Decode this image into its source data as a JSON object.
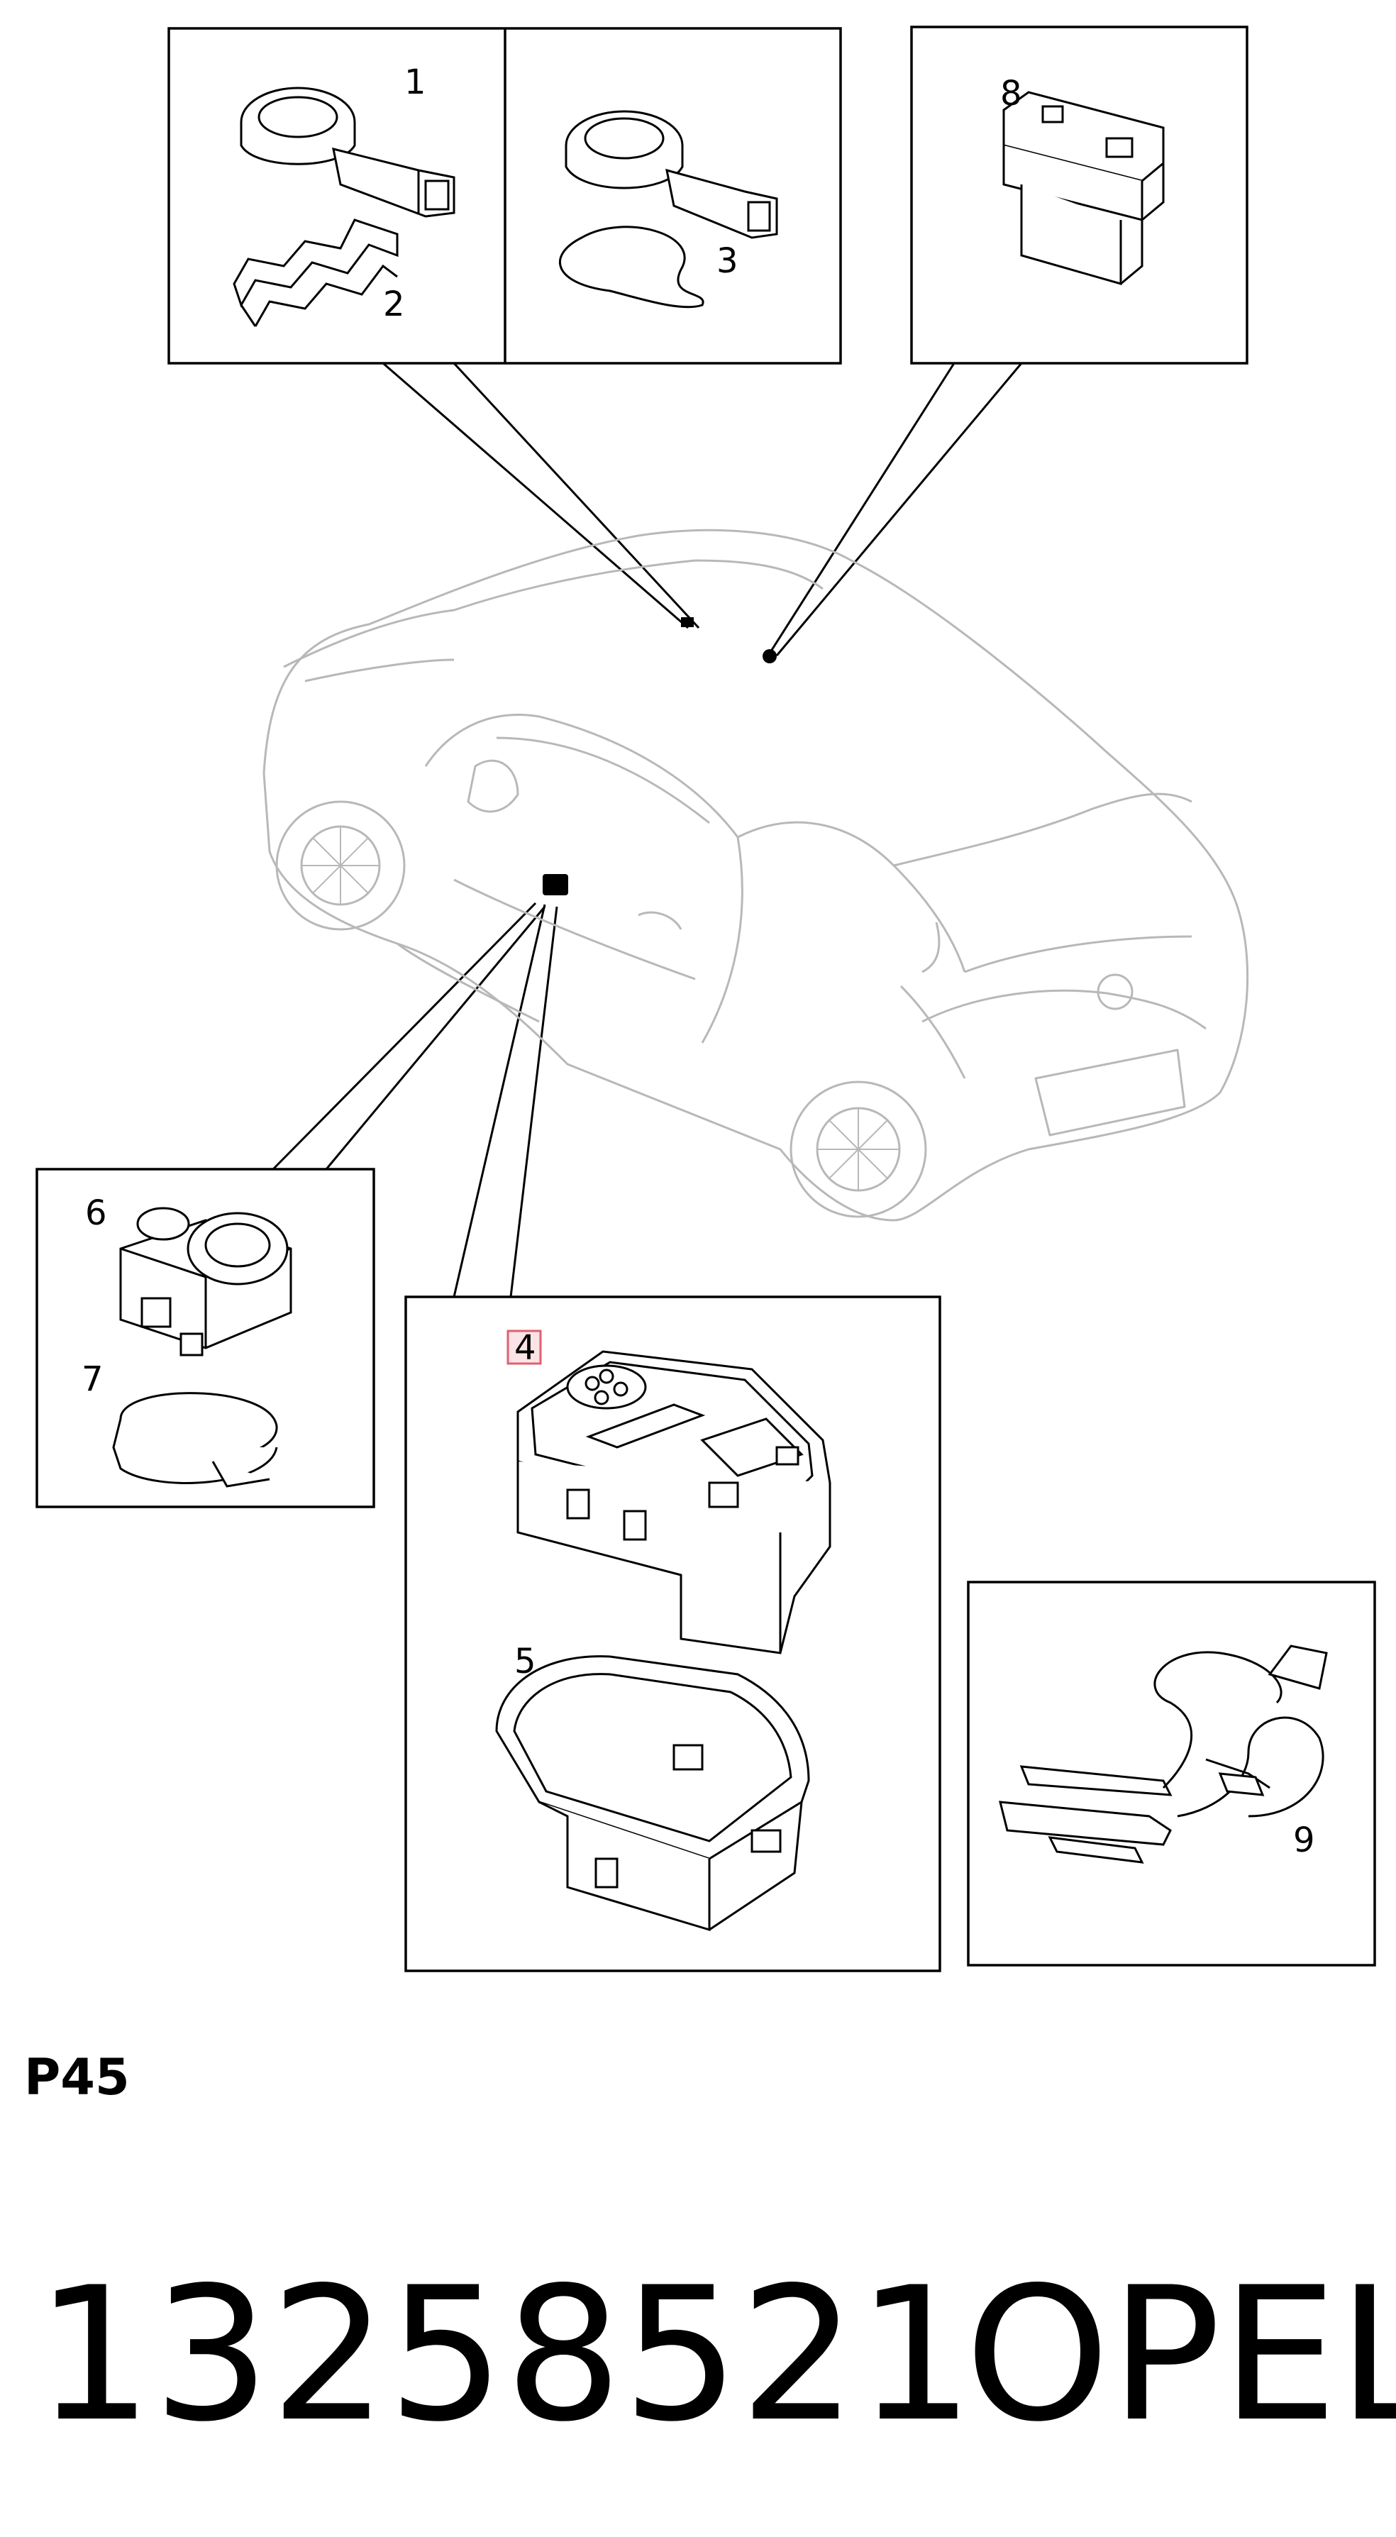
{
  "callouts": {
    "c1": "1",
    "c2": "2",
    "c3": "3",
    "c4": "4",
    "c5": "5",
    "c6": "6",
    "c7": "7",
    "c8": "8",
    "c9": "9"
  },
  "page_code": "P45",
  "part_number": "13258521",
  "brand": "OPEL",
  "colors": {
    "line": "#000000",
    "car_outline": "#b8b8b8",
    "highlight": "#e06070",
    "highlight_fill": "#fbe3e6"
  }
}
